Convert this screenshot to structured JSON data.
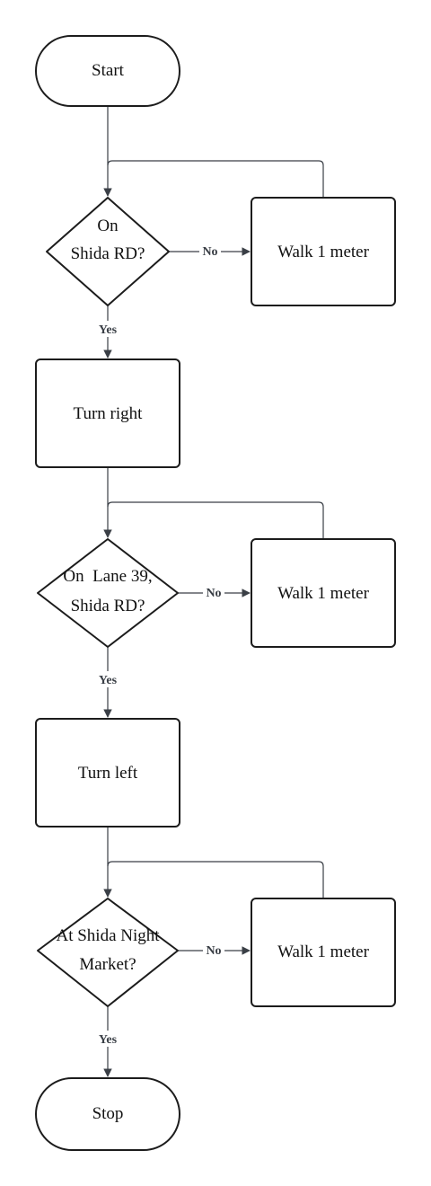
{
  "flowchart": {
    "start": "Start",
    "decision_1": [
      "On",
      "Shida RD?"
    ],
    "action_1": "Walk 1 meter",
    "step_1": "Turn right",
    "decision_2": [
      "On  Lane 39,",
      "Shida RD?"
    ],
    "action_2": "Walk 1 meter",
    "step_2": "Turn left",
    "decision_3": [
      "At Shida Night",
      "Market?"
    ],
    "action_3": "Walk 1 meter",
    "stop": "Stop",
    "yes_label": "Yes",
    "no_label": "No"
  }
}
